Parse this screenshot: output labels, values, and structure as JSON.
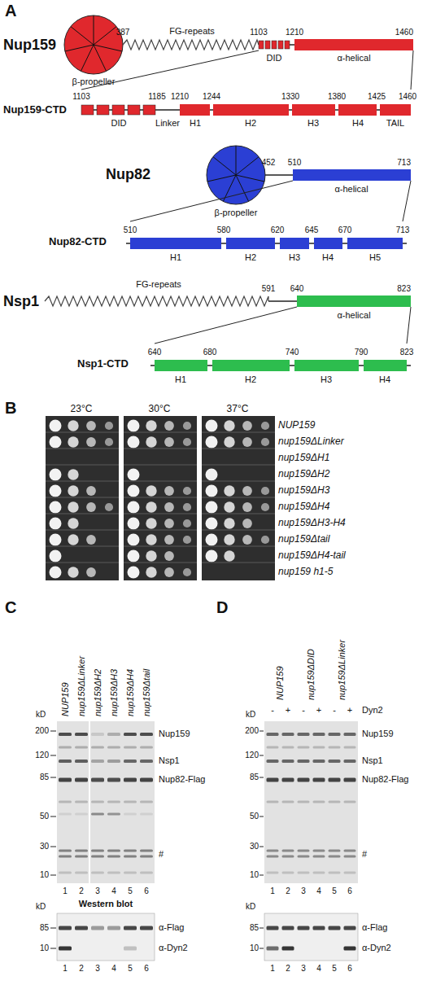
{
  "diagram": {
    "labels": [
      "A",
      "Nup159",
      "387",
      "FG-repeats",
      "1103",
      "1210",
      "1460",
      "β-propeller",
      "DID",
      "α-helical",
      "Nup159-CTD",
      "1103",
      "1185",
      "1210",
      "1244",
      "1330",
      "1380",
      "1425",
      "1460",
      "DID",
      "Linker",
      "H1",
      "H2",
      "H3",
      "H4",
      "TAIL",
      "Nup82",
      "452",
      "510",
      "713",
      "β-propeller",
      "α-helical",
      "Nup82-CTD",
      "510",
      "580",
      "620",
      "645",
      "670",
      "713",
      "H1",
      "H2",
      "H3",
      "H4",
      "H5",
      "Nsp1",
      "FG-repeats",
      "591",
      "640",
      "823",
      "α-helical",
      "Nsp1-CTD",
      "640",
      "680",
      "740",
      "790",
      "823",
      "H1",
      "H2",
      "H3",
      "H4",
      "B",
      "23°C",
      "30°C",
      "37°C",
      "NUP159",
      "nup159ΔLinker",
      "nup159ΔH1",
      "nup159ΔH2",
      "nup159ΔH3",
      "nup159ΔH4",
      "nup159ΔH3-H4",
      "nup159Δtail",
      "nup159ΔH4-tail",
      "nup159 h1-5",
      "C",
      "NUP159",
      "nup159ΔLinker",
      "nup159ΔH2",
      "nup159ΔH3",
      "nup159ΔH4",
      "nup159Δtail",
      "kD",
      "200",
      "120",
      "85",
      "50",
      "30",
      "10",
      "Nup159",
      "Nsp1",
      "Nup82-Flag",
      "#",
      "1",
      "2",
      "3",
      "4",
      "5",
      "6",
      "Western blot",
      "kD",
      "85",
      "10",
      "α-Flag",
      "α-Dyn2",
      "1",
      "2",
      "3",
      "4",
      "5",
      "6",
      "D",
      "NUP159",
      "nup159ΔDID",
      "nup159ΔLinker",
      "Dyn2",
      "-",
      "+",
      "-",
      "+",
      "-",
      "+",
      "kD",
      "200",
      "120",
      "85",
      "50",
      "30",
      "10",
      "Nup159",
      "Nsp1",
      "Nup82-Flag",
      "#",
      "1",
      "2",
      "3",
      "4",
      "5",
      "6",
      "kD",
      "85",
      "10",
      "α-Flag",
      "α-Dyn2",
      "1",
      "2",
      "3",
      "4",
      "5",
      "6"
    ]
  }
}
